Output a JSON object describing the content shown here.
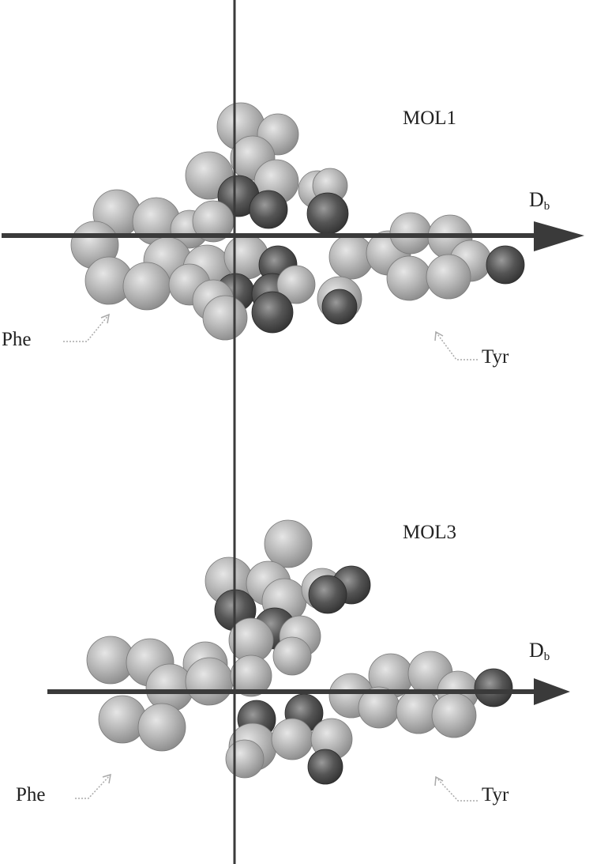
{
  "panels": [
    {
      "title": "MOL1",
      "axis_label": "D",
      "axis_subscript": "b",
      "left_residue": "Phe",
      "right_residue": "Tyr"
    },
    {
      "title": "MOL3",
      "axis_label": "D",
      "axis_subscript": "b",
      "left_residue": "Phe",
      "right_residue": "Tyr"
    }
  ],
  "colors": {
    "axis": "#3a3a3a",
    "atom_light": "#b5b5b5",
    "atom_dark": "#4a4a4a",
    "pointer": "#aaaaaa",
    "background": "#ffffff"
  }
}
